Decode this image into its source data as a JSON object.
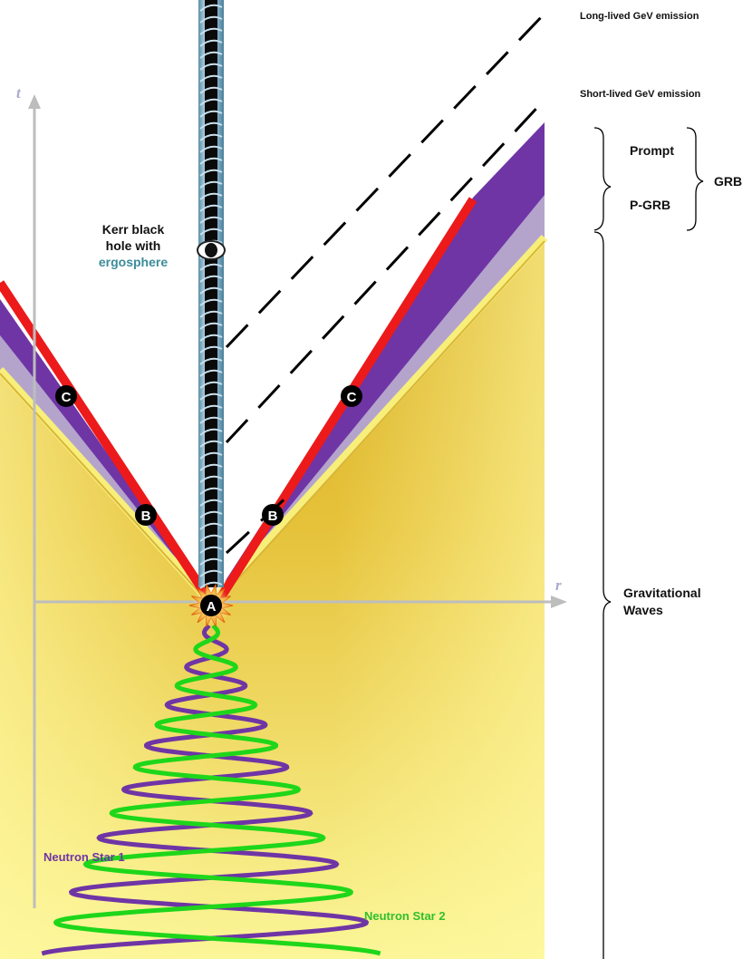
{
  "axes": {
    "t": "t",
    "r": "r"
  },
  "points": {
    "a": "A",
    "b_left": "B",
    "b_right": "B",
    "c_left": "C",
    "c_right": "C"
  },
  "black_hole": {
    "line1": "Kerr black",
    "line2": "hole with",
    "line3": "ergosphere"
  },
  "stars": {
    "star1": "Neutron Star 1",
    "star2": "Neutron Star  2"
  },
  "emissions": {
    "long": "Long-lived GeV emission",
    "short": "Short-lived GeV emission"
  },
  "phases": {
    "prompt": "Prompt",
    "pgrb": "P-GRB",
    "grb": "GRB",
    "gw_line1": "Gravitational",
    "gw_line2": "Waves"
  },
  "colors": {
    "gold": "#cc9a06",
    "pale_yellow": "#fbf59a",
    "lavender": "#b4a4cc",
    "purple": "#6f35a5",
    "red": "#ec1a1a",
    "green": "#1ed61a",
    "axis_gray": "#bdbdbd",
    "label_purple": "#6f35a5",
    "ergo_teal": "#3b8c9a",
    "star2_green": "#31c02d"
  }
}
